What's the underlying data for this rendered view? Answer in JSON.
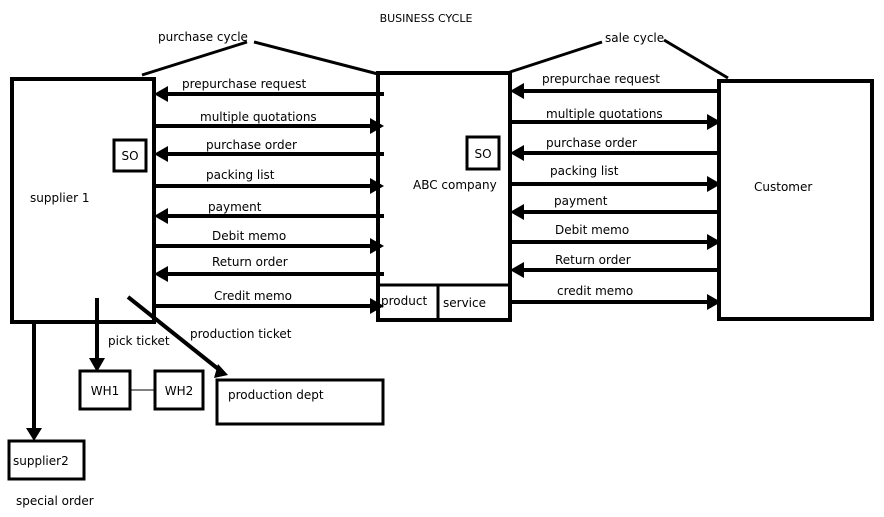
{
  "title": "BUSINESS CYCLE",
  "cycle_labels": {
    "purchase": "purchase cycle",
    "sale": "sale cycle"
  },
  "nodes": {
    "supplier1": "supplier 1",
    "abc": "ABC company",
    "customer": "Customer",
    "so_left": "SO",
    "so_mid": "SO",
    "product": "product",
    "service": "service",
    "wh1": "WH1",
    "wh2": "WH2",
    "production_dept": "production dept",
    "supplier2": "supplier2"
  },
  "edge_labels": {
    "pick_ticket": "pick ticket",
    "production_ticket": "production ticket",
    "special_order": "special order"
  },
  "purchase_flows": [
    {
      "label": "prepurchase request",
      "direction": "to-supplier"
    },
    {
      "label": "multiple quotations",
      "direction": "to-company"
    },
    {
      "label": "purchase order",
      "direction": "to-supplier"
    },
    {
      "label": "packing list",
      "direction": "to-company"
    },
    {
      "label": "payment",
      "direction": "to-supplier"
    },
    {
      "label": "Debit memo",
      "direction": "to-company"
    },
    {
      "label": "Return order",
      "direction": "to-supplier"
    },
    {
      "label": "Credit memo",
      "direction": "to-company"
    }
  ],
  "sale_flows": [
    {
      "label": "prepurchae request",
      "direction": "to-company"
    },
    {
      "label": "multiple quotations",
      "direction": "to-customer"
    },
    {
      "label": "purchase order",
      "direction": "to-company"
    },
    {
      "label": "packing list",
      "direction": "to-customer"
    },
    {
      "label": "payment",
      "direction": "to-company"
    },
    {
      "label": "Debit memo",
      "direction": "to-customer"
    },
    {
      "label": "Return order",
      "direction": "to-company"
    },
    {
      "label": "credit memo",
      "direction": "to-customer"
    }
  ]
}
